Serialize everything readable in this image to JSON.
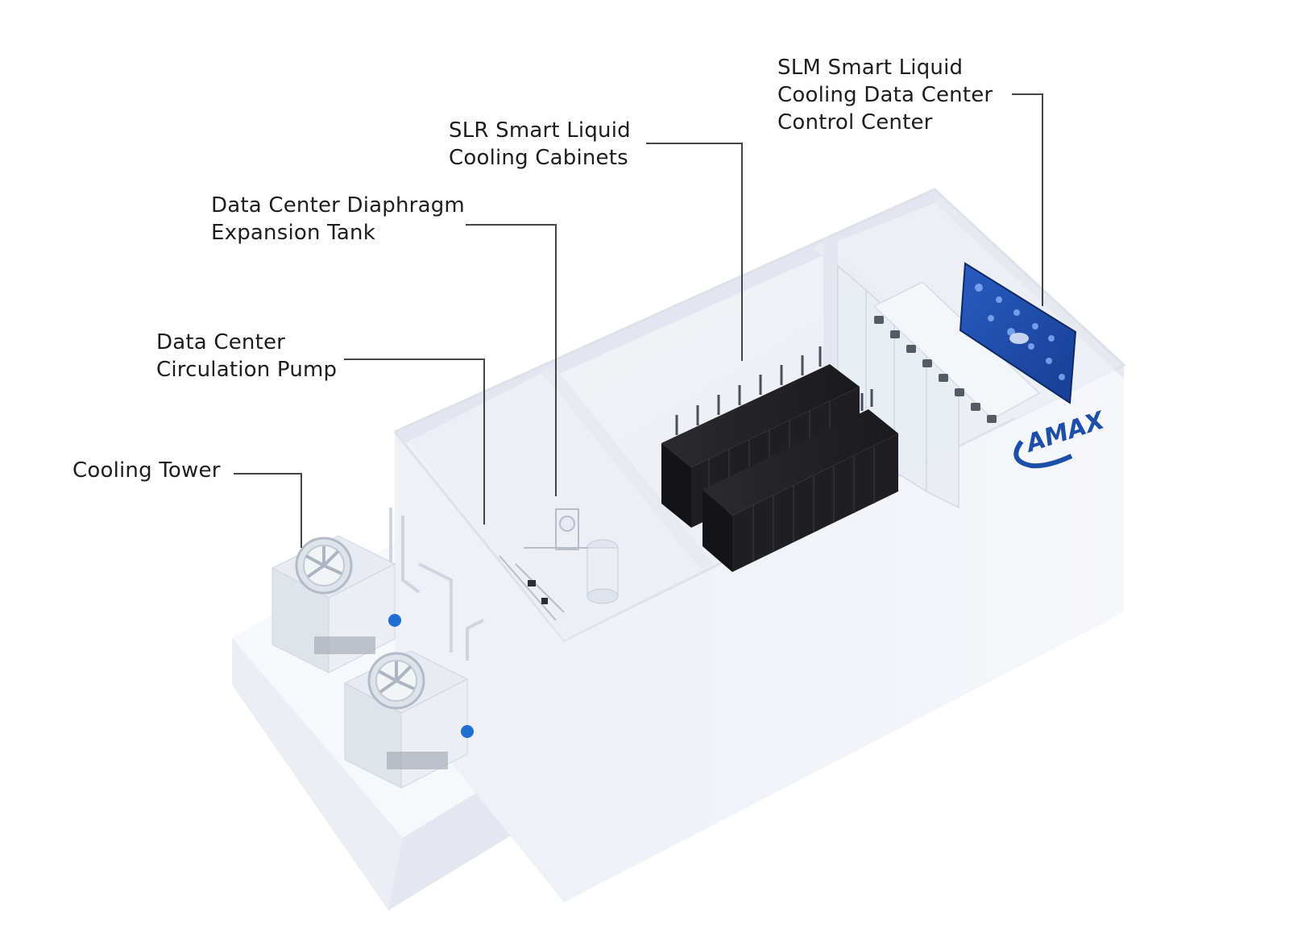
{
  "brand": {
    "logo_text": "AMAX",
    "logo_color": "#1c4fa8"
  },
  "callouts": {
    "cooling_tower": {
      "lines": [
        "Cooling Tower"
      ]
    },
    "circulation_pump": {
      "lines": [
        "Data Center",
        "Circulation Pump"
      ]
    },
    "expansion_tank": {
      "lines": [
        "Data Center Diaphragm",
        "Expansion Tank"
      ]
    },
    "cooling_cabinets": {
      "lines": [
        "SLR Smart Liquid",
        "Cooling Cabinets"
      ]
    },
    "control_center": {
      "lines": [
        "SLM Smart Liquid",
        "Cooling Data Center",
        "Control Center"
      ]
    }
  },
  "colors": {
    "leader_line": "#444444",
    "label_text": "#1d1d1d",
    "cabinet": "#1c1c1e",
    "fan_accent": "#1f6fd1",
    "screen": "#1f4fb0"
  }
}
